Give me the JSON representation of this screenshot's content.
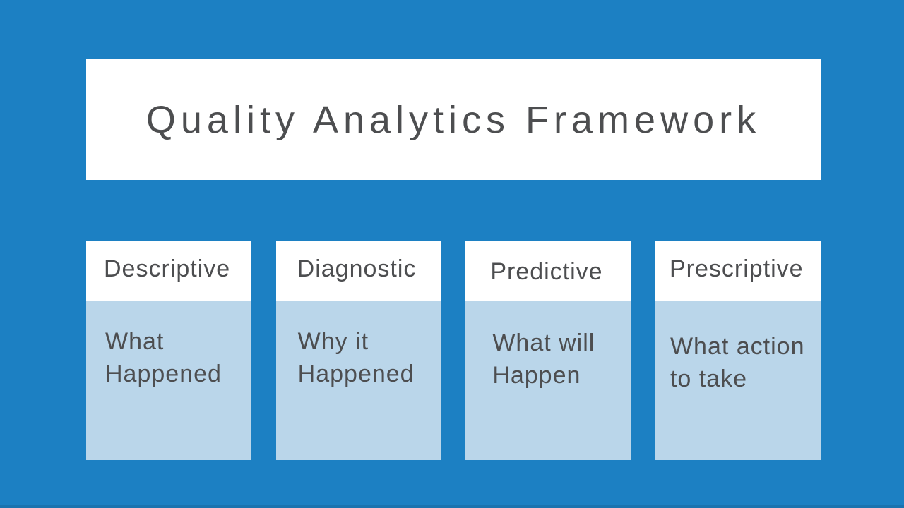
{
  "slide": {
    "title": "Quality Analytics Framework",
    "cards": [
      {
        "heading": "Descriptive",
        "body": "What Happened"
      },
      {
        "heading": "Diagnostic",
        "body": "Why it Happened"
      },
      {
        "heading": "Predictive",
        "body": "What will Happen"
      },
      {
        "heading": "Prescriptive",
        "body": "What action to take"
      }
    ],
    "colors": {
      "background": "#1C80C3",
      "card_body_blue": "#BAD6EA",
      "panel_white": "#FFFFFF",
      "text_gray": "#4D4E50"
    }
  }
}
